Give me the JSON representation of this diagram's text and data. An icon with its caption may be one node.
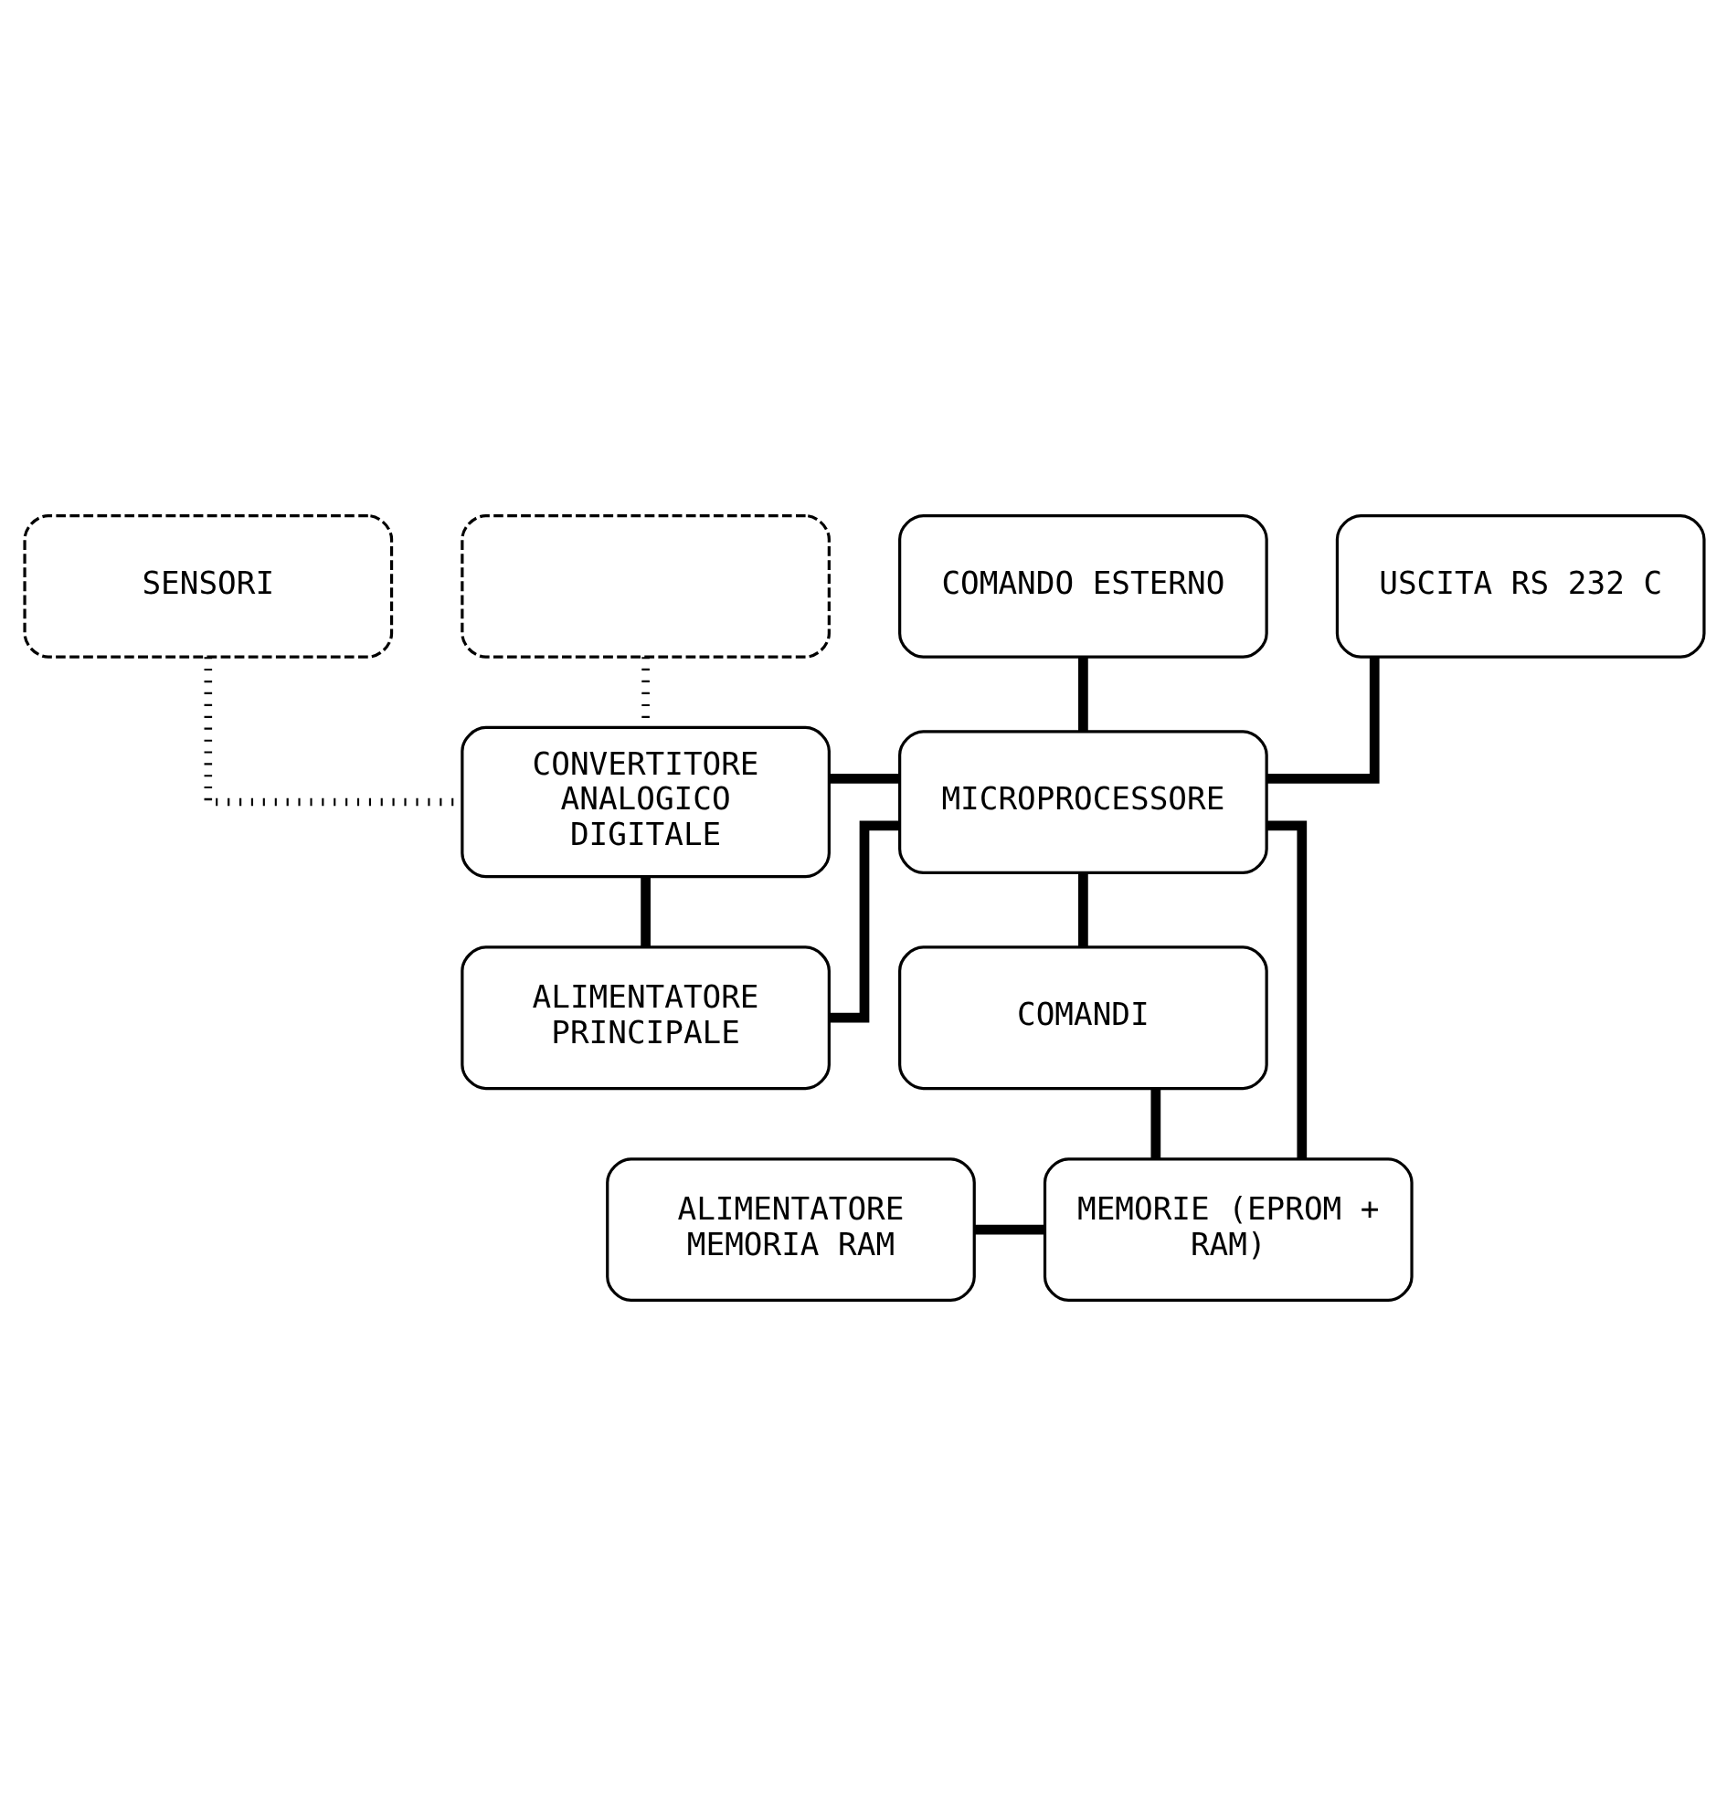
{
  "diagram": {
    "nodes": [
      {
        "text": [
          "SENSORI"
        ]
      },
      {
        "text": [],
        "shape": "box"
      },
      {
        "text": [
          "COMANDO ESTERNO"
        ]
      },
      {
        "text": [
          "USCITA RS 232 C"
        ]
      },
      {
        "text": [
          "CONVERTITORE ANALOGICO DIGITALE"
        ]
      },
      {
        "text": [
          "MICROPROCESSORE"
        ]
      },
      {
        "text": [
          "ALIMENTATORE PRINCIPALE"
        ]
      },
      {
        "text": [
          "COMANDI"
        ]
      },
      {
        "text": [
          "ALIMENTATORE MEMORIA RAM"
        ]
      },
      {
        "text": [
          "MEMORIE (EPROM + RAM)"
        ]
      }
    ],
    "edges": [
      {
        "from": 0,
        "to": 4,
        "arrow": "none",
        "style": "dashed"
      },
      {
        "from": 1,
        "to": 4,
        "arrow": "none",
        "style": "dashed"
      },
      {
        "from": 2,
        "to": 5,
        "arrow": "none"
      },
      {
        "from": 3,
        "to": 5,
        "arrow": "none"
      },
      {
        "from": 4,
        "to": 5,
        "arrow": "none"
      },
      {
        "from": 4,
        "to": 6,
        "arrow": "none"
      },
      {
        "from": 6,
        "to": 5,
        "arrow": "none"
      },
      {
        "from": 5,
        "to": 7,
        "arrow": "none"
      },
      {
        "from": 5,
        "to": 9,
        "arrow": "none"
      },
      {
        "from": 7,
        "to": 9,
        "arrow": "none"
      },
      {
        "from": 8,
        "to": 9,
        "arrow": "none"
      }
    ]
  }
}
